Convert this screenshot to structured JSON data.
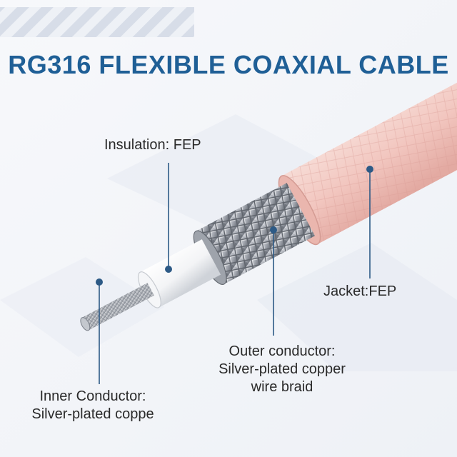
{
  "title": "RG316 FLEXIBLE COAXIAL CABLE",
  "labels": {
    "insulation": "Insulation: FEP",
    "jacket": "Jacket:FEP",
    "outer_line1": "Outer conductor:",
    "outer_line2": "Silver-plated copper",
    "outer_line3": "wire braid",
    "inner_line1": "Inner Conductor:",
    "inner_line2": "Silver-plated coppe"
  },
  "colors": {
    "title": "#1f5f96",
    "pointer": "#2d5a86",
    "jacket": "#f2c9c3",
    "insulation": "#ffffff",
    "braid": "#b9bcc2"
  }
}
